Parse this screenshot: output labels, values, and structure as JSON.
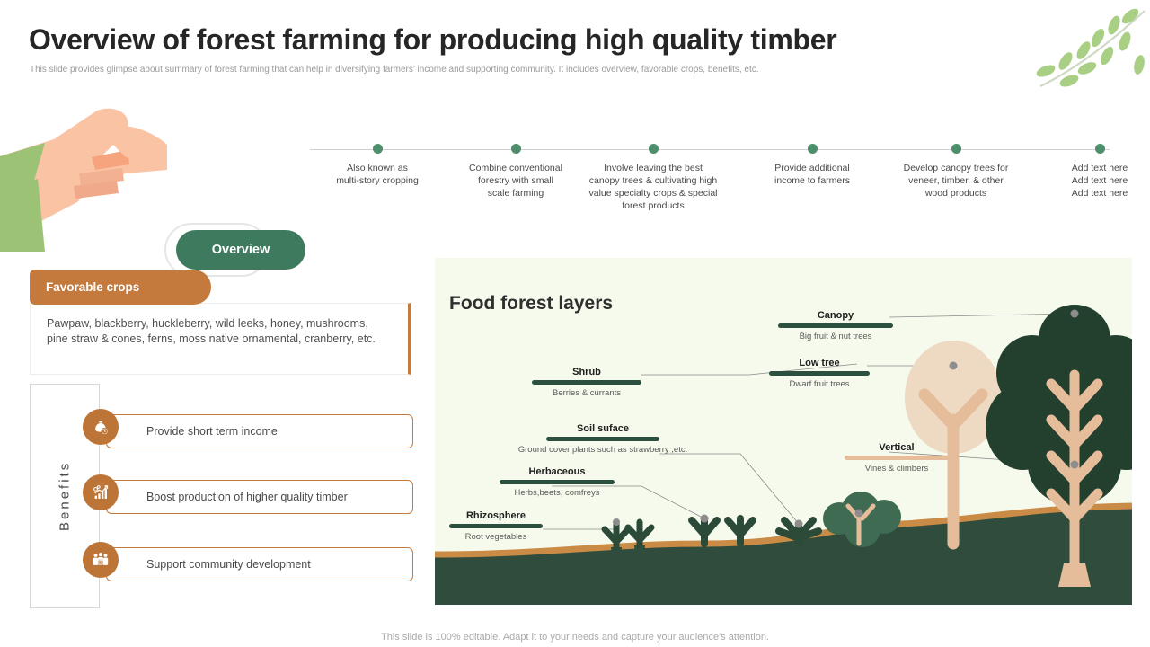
{
  "header": {
    "title": "Overview of forest farming for producing high quality timber",
    "subtitle": "This slide provides glimpse about summary of forest farming that can help in diversifying farmers' income and supporting community. It includes overview, favorable crops, benefits, etc.",
    "leaf_icon": "leaf-branch-icon"
  },
  "timeline": {
    "badge_label": "Overview",
    "hand_icon": "hand-pointing-icon",
    "nodes": [
      {
        "lines": [
          "Also known as",
          "multi-story cropping"
        ]
      },
      {
        "lines": [
          "Combine conventional",
          "forestry with small",
          "scale farming"
        ]
      },
      {
        "lines": [
          "Involve leaving the best",
          "canopy trees & cultivating high",
          "value specialty crops & special",
          "forest products"
        ]
      },
      {
        "lines": [
          "Provide additional",
          "income to farmers"
        ]
      },
      {
        "lines": [
          "Develop canopy trees for",
          "veneer, timber, & other",
          "wood products"
        ]
      },
      {
        "lines": [
          "Add text here",
          "Add text here",
          "Add text here"
        ]
      }
    ]
  },
  "favorable_crops": {
    "heading": "Favorable crops",
    "body": "Pawpaw, blackberry, huckleberry, wild leeks, honey, mushrooms, pine straw & cones, ferns, moss native ornamental, cranberry, etc."
  },
  "benefits": {
    "label": "Benefits",
    "items": [
      {
        "text": "Provide short term income",
        "icon": "money-bag-clock-icon"
      },
      {
        "text": "Boost production of higher quality timber",
        "icon": "growth-chart-gear-icon"
      },
      {
        "text": "Support community development",
        "icon": "people-group-icon"
      }
    ]
  },
  "illustration": {
    "title": "Food forest layers",
    "layers": [
      {
        "name": "Canopy",
        "desc": "Big fruit & nut trees"
      },
      {
        "name": "Low tree",
        "desc": "Dwarf fruit trees"
      },
      {
        "name": "Shrub",
        "desc": "Berries & currants"
      },
      {
        "name": "Vertical",
        "desc": "Vines & climbers"
      },
      {
        "name": "Soil suface",
        "desc": "Ground cover plants such as strawberry ,etc."
      },
      {
        "name": "Herbaceous",
        "desc": "Herbs,beets, comfreys"
      },
      {
        "name": "Rhizosphere",
        "desc": "Root vegetables"
      }
    ]
  },
  "footer": {
    "note": "This slide is 100% editable. Adapt it to your needs and capture your audience's attention."
  },
  "colors": {
    "green": "#3d7a5e",
    "dark_green": "#2c5040",
    "orange": "#c47a3d",
    "panel_bg": "#f6faec",
    "soil": "#c98b45",
    "tan": "#e5bd9a"
  }
}
